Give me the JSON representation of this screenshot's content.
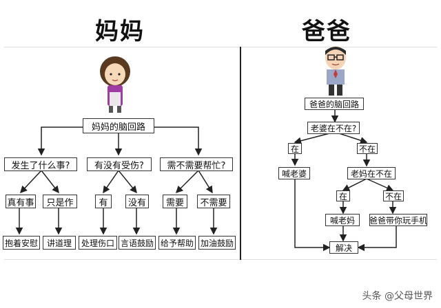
{
  "titles": {
    "mom": "妈妈",
    "dad": "爸爸"
  },
  "mom": {
    "root": "妈妈的脑回路",
    "l1": [
      "发生了什么事?",
      "有没有受伤?",
      "需不需要帮忙?"
    ],
    "l2": [
      "真有事",
      "只是作",
      "有",
      "没有",
      "需要",
      "不需要"
    ],
    "l3": [
      "抱着安慰",
      "讲道理",
      "处理伤口",
      "言语鼓励",
      "给予帮助",
      "加油鼓励"
    ]
  },
  "dad": {
    "root": "爸爸的脑回路",
    "q1": "老婆在不在?",
    "yes1": "在",
    "no1": "不在",
    "call_wife": "喊老婆",
    "q2": "老妈在不在",
    "yes2": "在",
    "no2": "不在",
    "call_mom": "喊老妈",
    "dad_play": "爸爸带你玩手机",
    "solve": "解决"
  },
  "watermark": "头条 @父母世界"
}
